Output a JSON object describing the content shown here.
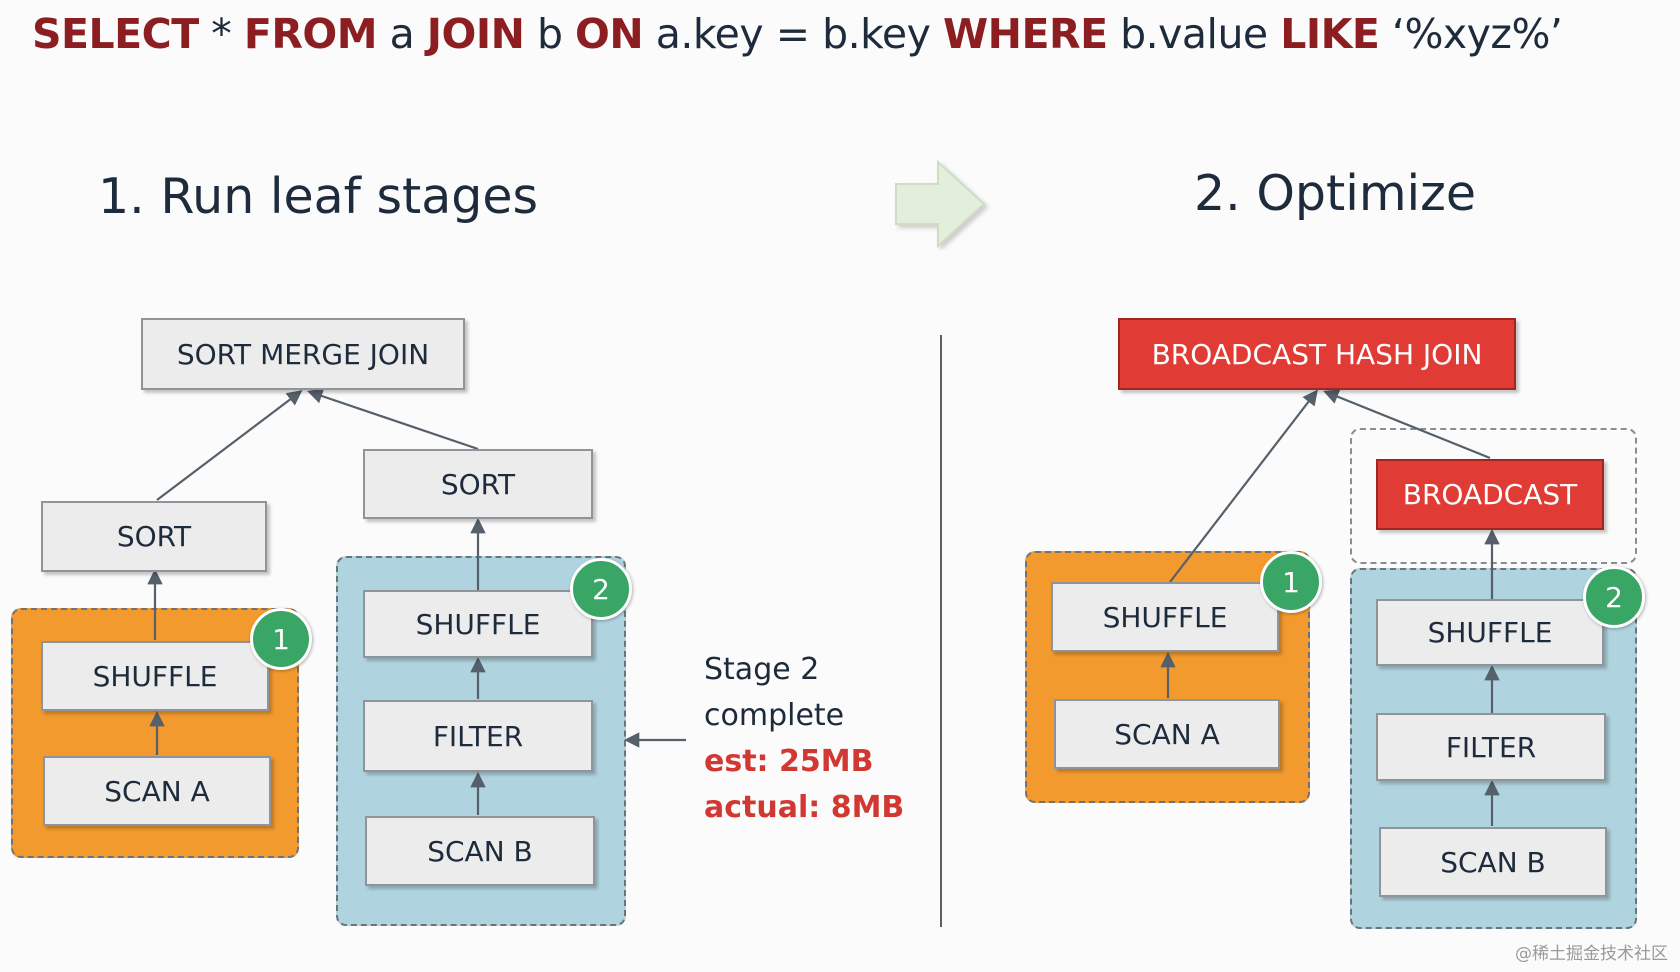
{
  "query": {
    "select": "SELECT",
    "star": " * ",
    "from": "FROM",
    "a": " a ",
    "join": "JOIN",
    "b": " b ",
    "on": "ON",
    "cond": " a.key = b.key ",
    "where": "WHERE",
    "value": " b.value ",
    "like": "LIKE",
    "pattern": " ‘%xyz%’"
  },
  "left": {
    "heading": "1.  Run leaf stages",
    "nodes": {
      "sort_merge_join": "SORT MERGE JOIN",
      "sort_a": "SORT",
      "shuffle_a": "SHUFFLE",
      "scan_a": "SCAN A",
      "sort_b": "SORT",
      "shuffle_b": "SHUFFLE",
      "filter_b": "FILTER",
      "scan_b": "SCAN B"
    },
    "badges": {
      "stage1": "1",
      "stage2": "2"
    },
    "note": {
      "line1": "Stage 2",
      "line2": "complete",
      "est": "est: 25MB",
      "actual": "actual: 8MB"
    }
  },
  "right": {
    "heading": "2. Optimize",
    "nodes": {
      "broadcast_hash_join": "BROADCAST HASH JOIN",
      "broadcast": "BROADCAST",
      "shuffle_a": "SHUFFLE",
      "scan_a": "SCAN A",
      "shuffle_b": "SHUFFLE",
      "filter_b": "FILTER",
      "scan_b": "SCAN B"
    },
    "badges": {
      "stage1": "1",
      "stage2": "2"
    }
  },
  "colors": {
    "keyword": "#8c1d20",
    "stage1_fill": "#f29a2e",
    "stage2_fill": "#b0d4df",
    "badge": "#3aa665",
    "join_red": "#e03b34",
    "note_red": "#d23832"
  },
  "icons": {
    "transition_arrow": "right-arrow-icon"
  },
  "watermark": "@稀土掘金技术社区"
}
